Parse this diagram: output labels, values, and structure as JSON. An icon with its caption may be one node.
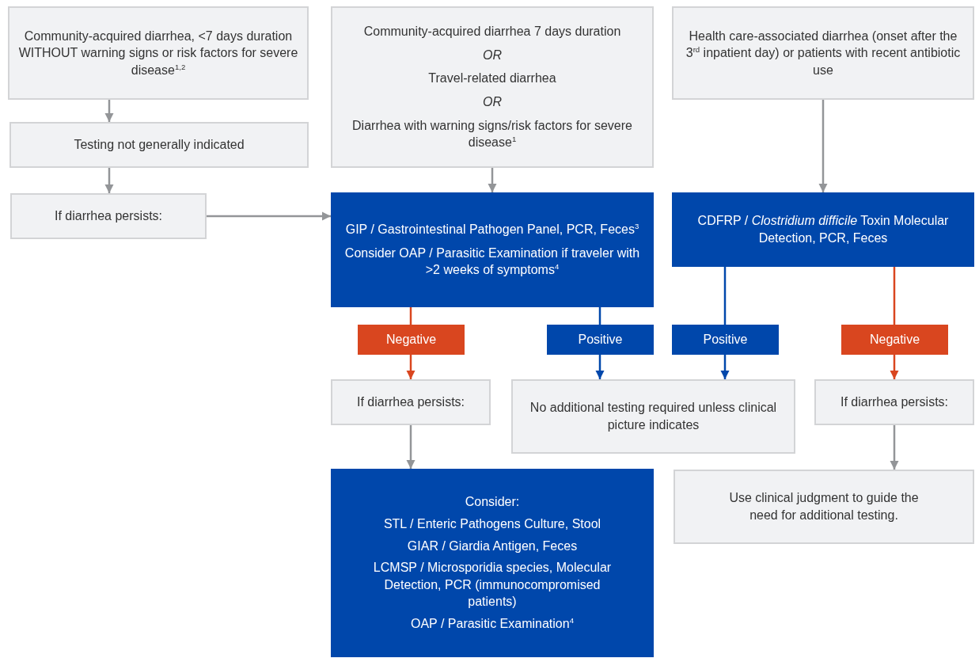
{
  "diagram": {
    "nodes": [
      {
        "text": [
          "Community-acquired diarrhea, <7 days duration WITHOUT warning signs or risk factors for severe disease$^{1,2}$"
        ]
      },
      {
        "text": [
          "Community-acquired diarrhea 7 days duration",
          "OR",
          "Travel-related diarrhea",
          "OR",
          "Diarrhea with warning signs/risk factors for severe disease$^{1}$"
        ]
      },
      {
        "text": [
          "Health care-associated diarrhea (onset after the 3$^{rd}$ inpatient day) or patients with recent antibiotic use"
        ]
      },
      {
        "text": [
          "Testing not generally indicated"
        ]
      },
      {
        "text": [
          "If diarrhea persists:"
        ]
      },
      {
        "text": [
          "GIP / Gastrointestinal Pathogen Panel, PCR, Feces$^{3}$",
          "Consider OAP / Parasitic Examination if traveler with >2 weeks of symptoms$^{4}$"
        ]
      },
      {
        "text": [
          "CDFRP / *Clostridium difficile* Toxin Molecular Detection, PCR, Feces"
        ]
      },
      {
        "text": [
          "Negative"
        ]
      },
      {
        "text": [
          "Positive"
        ]
      },
      {
        "text": [
          "Positive"
        ]
      },
      {
        "text": [
          "Negative"
        ]
      },
      {
        "text": [
          "If diarrhea persists:"
        ]
      },
      {
        "text": [
          "No additional testing required unless clinical picture indicates"
        ]
      },
      {
        "text": [
          "If diarrhea persists:"
        ]
      },
      {
        "text": [
          "Consider:",
          "STL / Enteric Pathogens Culture, Stool",
          "GIAR / Giardia Antigen, Feces",
          "LCMSP / Microsporidia species, Molecular Detection, PCR (immunocompromised patients)",
          "OAP / Parasitic Examination$^{4}$"
        ]
      },
      {
        "text": [
          "Use clinical judgment to guide the need for additional testing."
        ]
      }
    ],
    "edges": [
      {
        "from": 0,
        "to": 3,
        "arrow": "to"
      },
      {
        "from": 3,
        "to": 4,
        "arrow": "to"
      },
      {
        "from": 4,
        "to": 5,
        "arrow": "to"
      },
      {
        "from": 1,
        "to": 5,
        "arrow": "to"
      },
      {
        "from": 2,
        "to": 6,
        "arrow": "to"
      },
      {
        "from": 5,
        "to": 7,
        "arrow": "none",
        "color": "#d9461f"
      },
      {
        "from": 7,
        "to": 11,
        "arrow": "to",
        "color": "#d9461f"
      },
      {
        "from": 5,
        "to": 8,
        "arrow": "none",
        "color": "#0047ab"
      },
      {
        "from": 8,
        "to": 12,
        "arrow": "to",
        "color": "#0047ab"
      },
      {
        "from": 6,
        "to": 9,
        "arrow": "none",
        "color": "#0047ab"
      },
      {
        "from": 9,
        "to": 12,
        "arrow": "to",
        "color": "#0047ab"
      },
      {
        "from": 6,
        "to": 10,
        "arrow": "none",
        "color": "#d9461f"
      },
      {
        "from": 10,
        "to": 13,
        "arrow": "to",
        "color": "#d9461f"
      },
      {
        "from": 11,
        "to": 14,
        "arrow": "to"
      },
      {
        "from": 13,
        "to": 15,
        "arrow": "to"
      }
    ]
  }
}
